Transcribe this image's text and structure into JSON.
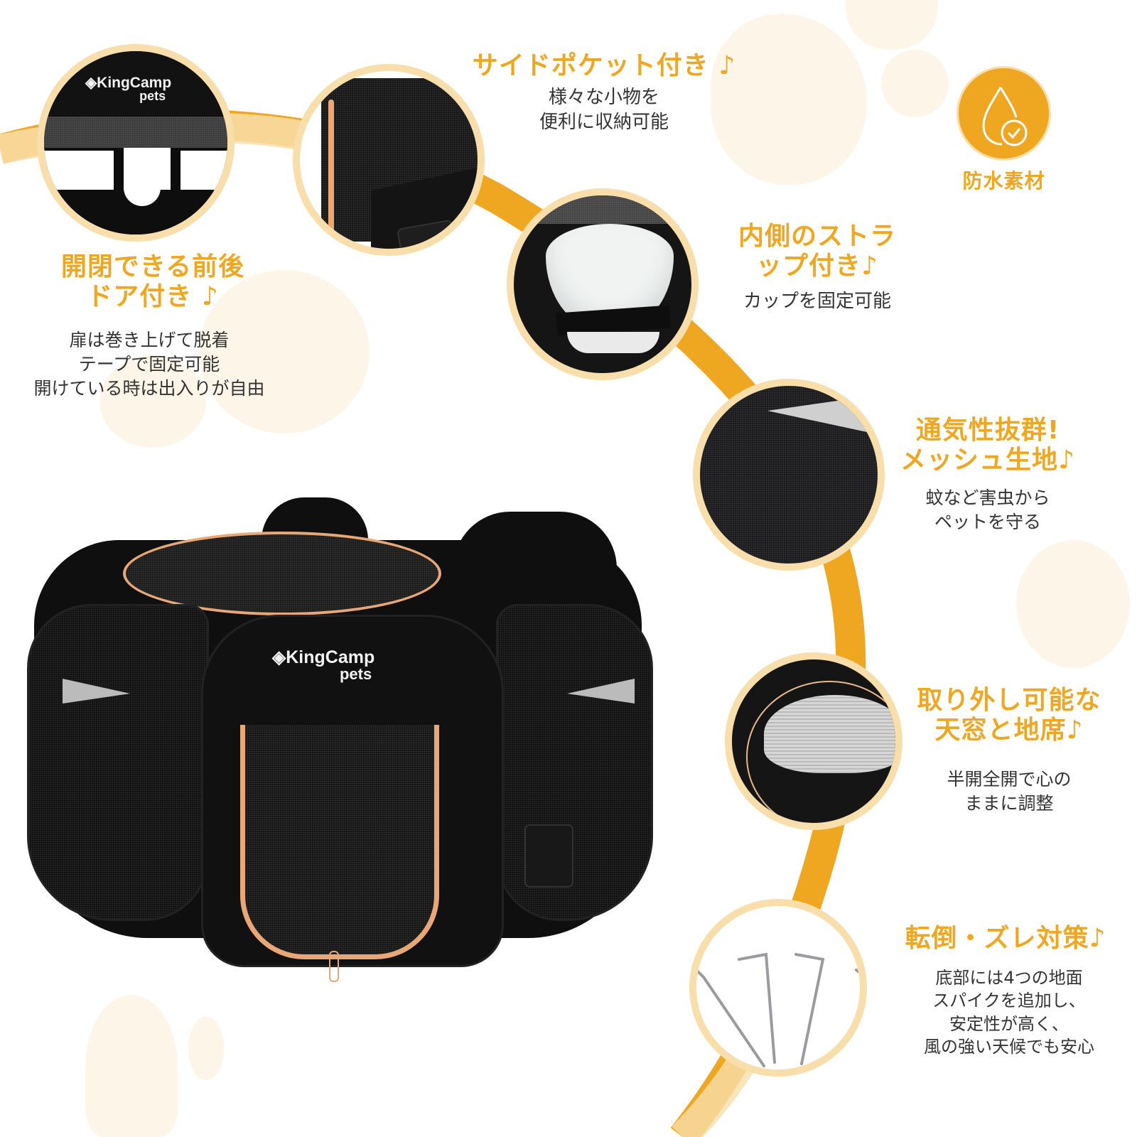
{
  "colors": {
    "accent": "#efa621",
    "ring": "#f8deaa",
    "paw_bg": "#fdf6e8",
    "text": "#333333",
    "product": "#111111",
    "zipper": "#e9a776"
  },
  "brand": {
    "name": "KingCamp",
    "sub": "pets"
  },
  "badge": {
    "icon": "water-drop-check-icon",
    "label": "防水素材"
  },
  "features": [
    {
      "id": "doors",
      "title_lines": [
        "開閉できる前後",
        "ドア付き ♪"
      ],
      "desc_lines": [
        "扉は巻き上げて脱着",
        "テープで固定可能",
        "開けている時は出入りが自由"
      ]
    },
    {
      "id": "side-pocket",
      "title_lines": [
        "サイドポケット付き ♪"
      ],
      "desc_lines": [
        "様々な小物を",
        "便利に収納可能"
      ]
    },
    {
      "id": "inner-strap",
      "title_lines": [
        "内側のストラ",
        "ップ付き♪"
      ],
      "desc_lines": [
        "カップを固定可能"
      ]
    },
    {
      "id": "mesh",
      "title_lines": [
        "通気性抜群!",
        "メッシュ生地♪"
      ],
      "desc_lines": [
        "蚊など害虫から",
        "ペットを守る"
      ]
    },
    {
      "id": "removable",
      "title_lines": [
        "取り外し可能な",
        "天窓と地席♪"
      ],
      "desc_lines": [
        "半開全開で心の",
        "ままに調整"
      ]
    },
    {
      "id": "stakes",
      "title_lines": [
        "転倒・ズレ対策♪"
      ],
      "desc_lines": [
        "底部には4つの地面",
        "スパイクを追加し、",
        "安定性が高く、",
        "風の強い天候でも安心"
      ]
    }
  ]
}
